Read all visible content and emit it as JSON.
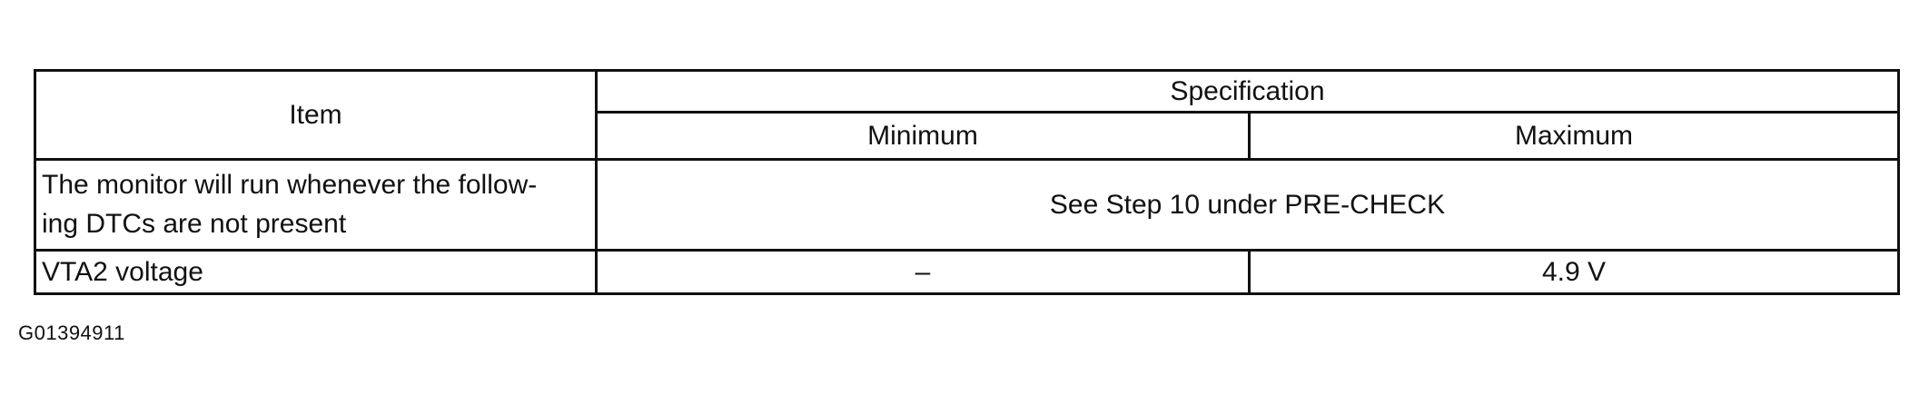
{
  "table": {
    "header": {
      "item": "Item",
      "specification": "Specification",
      "minimum": "Minimum",
      "maximum": "Maximum"
    },
    "rows": [
      {
        "item_line1": "The monitor will run whenever the follow-",
        "item_line2": "ing DTCs are not present",
        "specification": "See Step 10 under PRE-CHECK"
      },
      {
        "item": "VTA2 voltage",
        "minimum": "–",
        "maximum": "4.9 V"
      }
    ]
  },
  "figure_code": "G01394911"
}
